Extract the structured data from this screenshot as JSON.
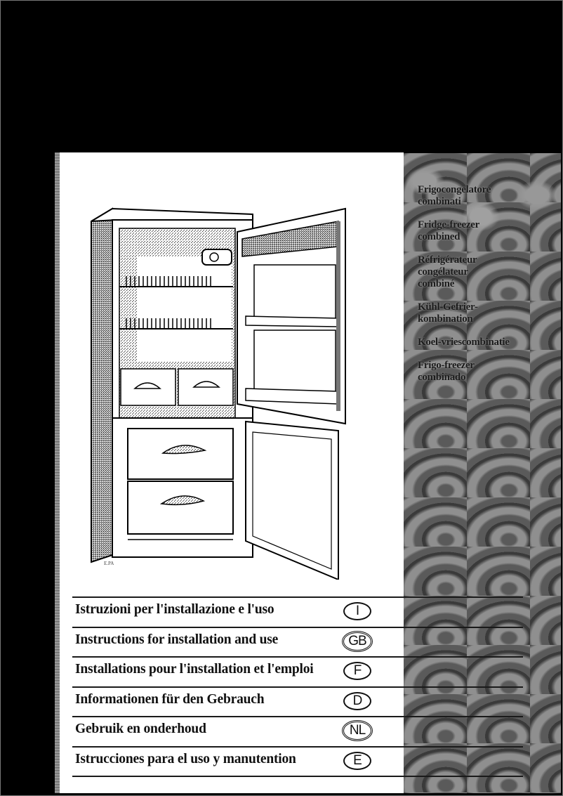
{
  "document": {
    "type": "appliance manual cover (scanned)",
    "side_panel": {
      "labels": [
        "Frigocongelatore\ncombinati",
        "Fridge-freezer\ncombined",
        "Réfrigérateur\ncongélateur\ncombiné",
        "Kühl-Gefrier-\nkombination",
        "Koel-vriescombinatie",
        "Frigo-freezer\ncombinado"
      ]
    },
    "illustration": {
      "subject": "two-door fridge-freezer with doors open",
      "caption": "E.PA"
    },
    "instructions": [
      {
        "title": "Istruzioni per l'installazione e l'uso",
        "lang": "I"
      },
      {
        "title": "Instructions for installation and use",
        "lang": "GB"
      },
      {
        "title": "Installations pour l'installation et l'emploi",
        "lang": "F"
      },
      {
        "title": "Informationen für den Gebrauch",
        "lang": "D"
      },
      {
        "title": "Gebruik en onderhoud",
        "lang": "NL"
      },
      {
        "title": "Istrucciones para el uso y manutention",
        "lang": "E"
      }
    ]
  },
  "colors": {
    "background": "#000000",
    "page": "#ffffff",
    "panel": "#6e6e6e",
    "ink": "#111111"
  }
}
